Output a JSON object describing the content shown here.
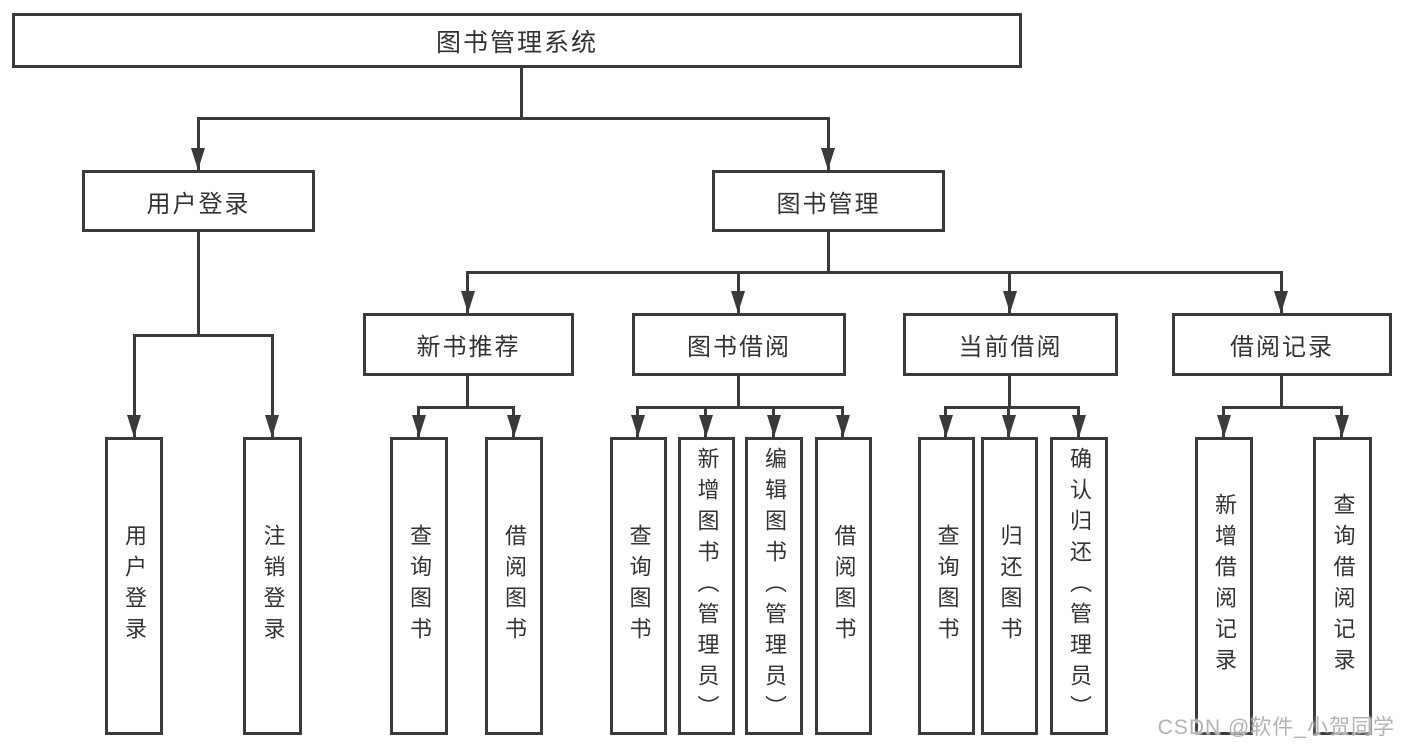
{
  "tree": {
    "root": {
      "label": "图书管理系统",
      "children": [
        {
          "label": "用户登录",
          "children": [
            {
              "label": "用户登录"
            },
            {
              "label": "注销登录"
            }
          ]
        },
        {
          "label": "图书管理",
          "children": [
            {
              "label": "新书推荐",
              "children": [
                {
                  "label": "查询图书"
                },
                {
                  "label": "借阅图书"
                }
              ]
            },
            {
              "label": "图书借阅",
              "children": [
                {
                  "label": "查询图书"
                },
                {
                  "label": "新增图书（管理员）"
                },
                {
                  "label": "编辑图书（管理员）"
                },
                {
                  "label": "借阅图书"
                }
              ]
            },
            {
              "label": "当前借阅",
              "children": [
                {
                  "label": "查询图书"
                },
                {
                  "label": "归还图书"
                },
                {
                  "label": "确认归还（管理员）"
                }
              ]
            },
            {
              "label": "借阅记录",
              "children": [
                {
                  "label": "新增借阅记录"
                },
                {
                  "label": "查询借阅记录"
                }
              ]
            }
          ]
        }
      ]
    }
  },
  "watermark": {
    "text": "CSDN @软件_小贺同学"
  },
  "colors": {
    "line": "#3a3a3a",
    "text": "#333333",
    "background": "#ffffff",
    "watermark": "#b3b3b3"
  }
}
